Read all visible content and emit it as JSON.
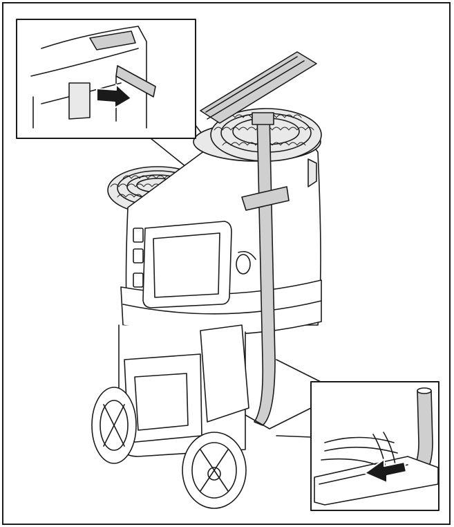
{
  "figure": {
    "kind": "line-art-instruction",
    "line_color": "#1a1a1a",
    "fill_light": "#e9e9e9",
    "fill_mid": "#cfcfcf",
    "callouts": [
      {
        "id": "top-left-detail",
        "icon": "arrow-right-icon"
      },
      {
        "id": "bottom-right-detail",
        "icon": "arrow-left-icon"
      }
    ]
  }
}
